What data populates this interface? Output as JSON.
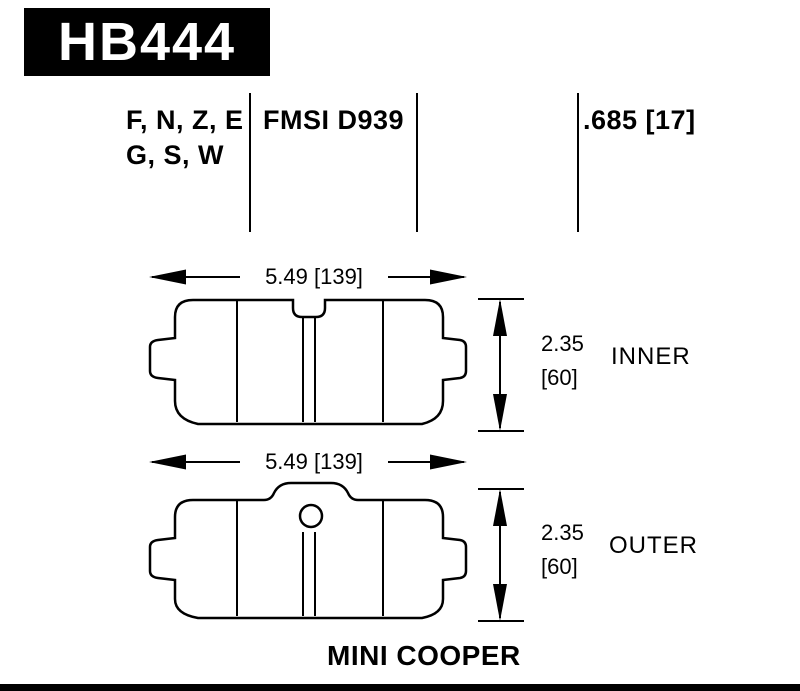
{
  "header": {
    "part_number": "HB444"
  },
  "spec_columns": {
    "compounds_line1": "F, N, Z, E",
    "compounds_line2": "G, S, W",
    "fmsi": "FMSI D939",
    "thickness": ".685 [17]"
  },
  "inner": {
    "width_dim": "5.49 [139]",
    "thickness_in": "2.35",
    "thickness_mm": "[60]",
    "label": "INNER"
  },
  "outer": {
    "width_dim": "5.49 [139]",
    "thickness_in": "2.35",
    "thickness_mm": "[60]",
    "label": "OUTER"
  },
  "footer": {
    "vehicle": "MINI COOPER"
  },
  "colors": {
    "ink": "#000000",
    "paper": "#ffffff",
    "plate_bg": "#000000",
    "plate_text": "#ffffff"
  }
}
